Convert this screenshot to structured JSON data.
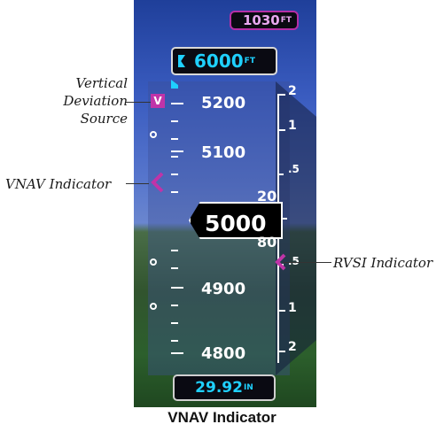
{
  "selected_altitude": {
    "value": "1030",
    "unit": "FT",
    "color": "#b52ea6"
  },
  "target_altitude": {
    "value": "6000",
    "unit": "FT",
    "color": "#1fd0ff"
  },
  "altitude_tape": {
    "labels": [
      "5200",
      "5100",
      "4900",
      "4800"
    ]
  },
  "vsi_scale": {
    "labels": [
      "2",
      "1",
      ".5",
      ".5",
      "1",
      "2"
    ]
  },
  "current_altitude": {
    "main": "5000",
    "roll_top": "20",
    "roll_bottom": "80"
  },
  "vertical_deviation_source": "V",
  "barometric_setting": {
    "value": "29.92",
    "unit": "IN"
  },
  "callouts": {
    "vertical_deviation_source": [
      "Vertical",
      "Deviation",
      "Source"
    ],
    "vnav_indicator": "VNAV Indicator",
    "rvsi_indicator": "RVSI Indicator"
  },
  "caption": "VNAV Indicator",
  "colors": {
    "vnav_magenta": "#c034a8",
    "cyan": "#1fd0ff"
  }
}
